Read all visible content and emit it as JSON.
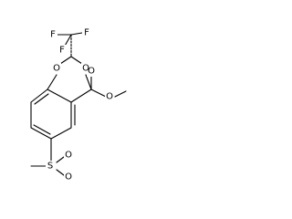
{
  "molecule": {
    "atoms": {
      "f_left": "F",
      "f_right": "F",
      "f_bottom": "F",
      "o_ring_left": "O",
      "o_ring_right": "O",
      "o_carbonyl": "O",
      "o_ester": "O",
      "s_sulfonyl": "S",
      "o_sulfonyl_top": "O",
      "o_sulfonyl_bottom": "O"
    }
  },
  "colors": {
    "bond": "#000000",
    "background": "#ffffff"
  }
}
